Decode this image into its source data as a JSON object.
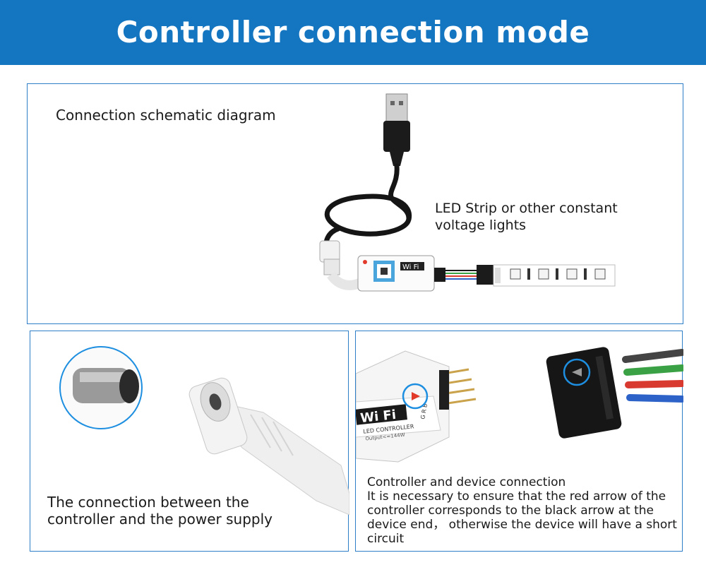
{
  "header": {
    "title": "Controller connection mode"
  },
  "top_panel": {
    "title": "Connection schematic diagram",
    "strip_label_line1": "LED Strip or other constant",
    "strip_label_line2": "voltage lights",
    "controller_badge": "Wi Fi"
  },
  "bottom_left": {
    "caption_line1": "The connection between the",
    "caption_line2": "controller and the power supply"
  },
  "bottom_right": {
    "caption_title": "Controller and device connection",
    "caption_line1": "It is necessary to ensure that the red arrow of the",
    "caption_line2": "controller corresponds to the black arrow at the",
    "caption_line3": "device end， otherwise the device will have a short",
    "caption_line4": "circuit",
    "controller_badge": "Wi Fi",
    "controller_model": "LED CONTROLLER",
    "controller_output": "Output<=144W",
    "pin_labels": "G R B"
  },
  "colors": {
    "header_bg": "#1475c0",
    "panel_border": "#2f7fc8",
    "highlight_ring": "#1e8fe0",
    "arrow_red": "#e23a2a"
  }
}
